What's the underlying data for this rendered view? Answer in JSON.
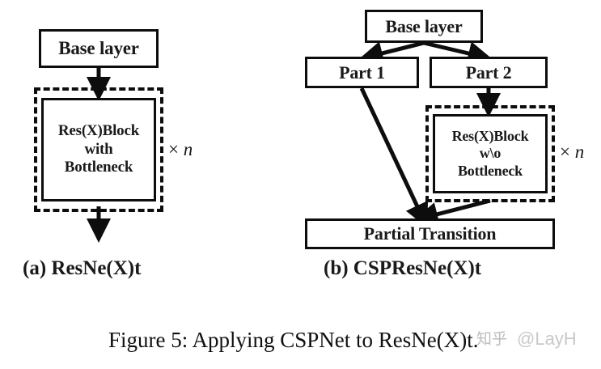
{
  "figure": {
    "caption": "Figure 5: Applying CSPNet to ResNe(X)t.",
    "background_color": "#ffffff",
    "ink_color": "#0d0d0d"
  },
  "panels": [
    {
      "id": "a",
      "subcaption": "(a) ResNe(X)t",
      "nodes": [
        {
          "id": "a-base-layer",
          "label": "Base layer",
          "style": "solid"
        },
        {
          "id": "a-resblock",
          "label_lines": [
            "Res(X)Block",
            "with",
            "Bottleneck"
          ],
          "style": "solid"
        }
      ],
      "dashed_group": {
        "id": "a-dashed-group",
        "repeat_label": "×",
        "repeat_var": "n"
      },
      "arrows": [
        {
          "from": "a-base-layer",
          "to": "a-dashed-group",
          "kind": "down"
        },
        {
          "from": "a-dashed-group",
          "to": "output",
          "kind": "down"
        }
      ]
    },
    {
      "id": "b",
      "subcaption": "(b) CSPResNe(X)t",
      "nodes": [
        {
          "id": "b-base-layer",
          "label": "Base layer",
          "style": "solid"
        },
        {
          "id": "b-part-1",
          "label": "Part 1",
          "style": "solid"
        },
        {
          "id": "b-part-2",
          "label": "Part 2",
          "style": "solid"
        },
        {
          "id": "b-resblock",
          "label_lines": [
            "Res(X)Block",
            "w\\o",
            "Bottleneck"
          ],
          "style": "solid"
        },
        {
          "id": "b-partial-transition",
          "label": "Partial Transition",
          "style": "solid"
        }
      ],
      "dashed_group": {
        "id": "b-dashed-group",
        "repeat_label": "×",
        "repeat_var": "n"
      },
      "arrows": [
        {
          "from": "b-base-layer",
          "to": "b-part-1",
          "kind": "diagonal-left"
        },
        {
          "from": "b-base-layer",
          "to": "b-part-2",
          "kind": "diagonal-right"
        },
        {
          "from": "b-part-2",
          "to": "b-dashed-group",
          "kind": "down"
        },
        {
          "from": "b-part-1",
          "to": "b-partial-transition",
          "kind": "diagonal-right-long"
        },
        {
          "from": "b-dashed-group",
          "to": "b-partial-transition",
          "kind": "diagonal-left-short"
        }
      ]
    }
  ],
  "watermark": {
    "logo": "知乎",
    "handle": "@LayH"
  }
}
